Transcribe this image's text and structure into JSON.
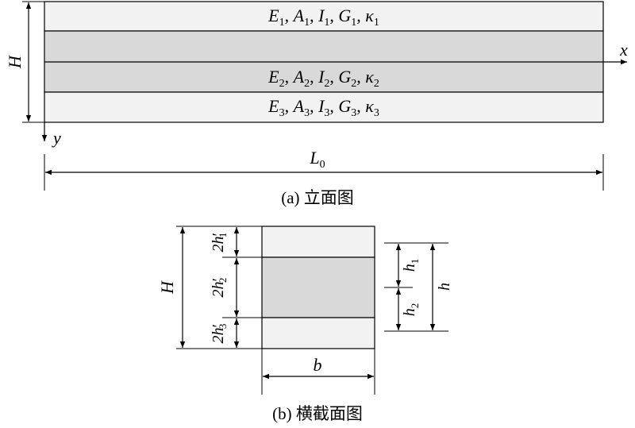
{
  "colors": {
    "stroke": "#000000",
    "layer_light": "#f2f2f2",
    "layer_dark": "#d9d9d9",
    "background": "#ffffff"
  },
  "elevation": {
    "layer1": {
      "E": "E",
      "E_sub": "1",
      "A": "A",
      "A_sub": "1",
      "I": "I",
      "I_sub": "1",
      "G": "G",
      "G_sub": "1",
      "k": "κ",
      "k_sub": "1"
    },
    "layer2": {
      "E": "E",
      "E_sub": "2",
      "A": "A",
      "A_sub": "2",
      "I": "I",
      "I_sub": "2",
      "G": "G",
      "G_sub": "2",
      "k": "κ",
      "k_sub": "2"
    },
    "layer3": {
      "E": "E",
      "E_sub": "3",
      "A": "A",
      "A_sub": "3",
      "I": "I",
      "I_sub": "3",
      "G": "G",
      "G_sub": "3",
      "k": "κ",
      "k_sub": "3"
    },
    "sep": ", ",
    "height_label": "H",
    "x_axis": "x",
    "y_axis": "y",
    "length_label": "L",
    "length_sub": "0",
    "caption_prefix": "(a) ",
    "caption_text": "立面图"
  },
  "section": {
    "height_label": "H",
    "h1p": {
      "base": "2h",
      "prime": "′",
      "sub": "1"
    },
    "h2p": {
      "base": "2h",
      "prime": "′",
      "sub": "2"
    },
    "h3p": {
      "base": "2h",
      "prime": "′",
      "sub": "3"
    },
    "h1": {
      "base": "h",
      "sub": "1"
    },
    "h2": {
      "base": "h",
      "sub": "2"
    },
    "h": "h",
    "b": "b",
    "caption_prefix": "(b) ",
    "caption_text": "横截面图"
  }
}
